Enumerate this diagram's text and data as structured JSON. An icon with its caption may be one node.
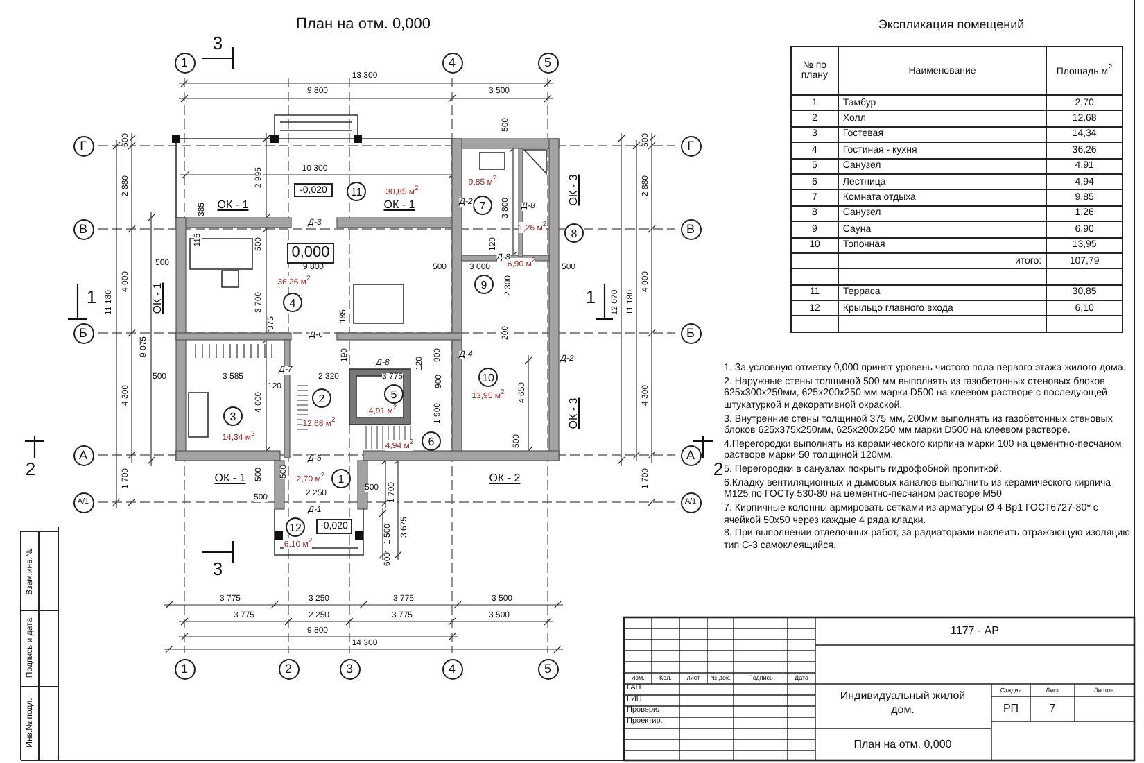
{
  "diagram": {
    "title": "План на отм. 0,000",
    "nodes": [
      {
        "text": [
          "1"
        ]
      },
      {
        "text": [
          "4"
        ]
      },
      {
        "text": [
          "5"
        ]
      },
      {
        "text": [
          "Г"
        ]
      },
      {
        "text": [
          "В"
        ]
      },
      {
        "text": [
          "Б"
        ]
      },
      {
        "text": [
          "А"
        ]
      },
      {
        "text": [
          "А/1"
        ]
      },
      {
        "text": [
          "Г"
        ]
      },
      {
        "text": [
          "В"
        ]
      },
      {
        "text": [
          "Б"
        ]
      },
      {
        "text": [
          "А"
        ]
      },
      {
        "text": [
          "А/1"
        ]
      },
      {
        "text": [
          "1"
        ]
      },
      {
        "text": [
          "2"
        ]
      },
      {
        "text": [
          "3"
        ]
      },
      {
        "text": [
          "4"
        ]
      },
      {
        "text": [
          "5"
        ]
      },
      {
        "text": [
          "11"
        ],
        "beside": [
          "30,85 м$^{2}$"
        ]
      },
      {
        "text": [
          "4"
        ],
        "beside": [
          "36,26 м$^{2}$"
        ]
      },
      {
        "text": [
          "7"
        ],
        "beside": [
          "9,85 м$^{2}$"
        ]
      },
      {
        "text": [
          "8"
        ],
        "beside": [
          "1,26 м$^{2}$"
        ]
      },
      {
        "text": [
          "9"
        ],
        "beside": [
          "6,90 м$^{2}$"
        ]
      },
      {
        "text": [
          "3"
        ],
        "beside": [
          "14,34 м$^{2}$"
        ]
      },
      {
        "text": [
          "2"
        ],
        "beside": [
          "12,68 м$^{2}$"
        ]
      },
      {
        "text": [
          "5"
        ],
        "beside": [
          "4,91 м$^{2}$"
        ]
      },
      {
        "text": [
          "6"
        ],
        "beside": [
          "4,94 м$^{2}$"
        ]
      },
      {
        "text": [
          "10"
        ],
        "beside": [
          "13,95 м$^{2}$"
        ]
      },
      {
        "text": [
          "1"
        ],
        "beside": [
          "2,70 м$^{2}$"
        ]
      },
      {
        "text": [
          "12"
        ],
        "beside": [
          "6,10 м$^{2}$"
        ]
      },
      {
        "text": [
          "-0,020"
        ]
      },
      {
        "text": [
          "0,000"
        ]
      },
      {
        "text": [
          "-0,020"
        ]
      }
    ],
    "labels": [
      "ОК - 1",
      "ОК - 1",
      "ОК - 1",
      "ОК - 1",
      "ОК - 2",
      "ОК - 3",
      "ОК - 3",
      "Д-3",
      "Д-2",
      "Д-8",
      "Д-8",
      "Д-6",
      "Д-4",
      "Д-2",
      "Д-7",
      "Д-8",
      "Д-5",
      "Д-1",
      "3",
      "3",
      "1",
      "1",
      "2",
      "2",
      "13 300",
      "9 800",
      "3 500",
      "500",
      "2 880",
      "4 000",
      "11 180",
      "4 300",
      "1 700",
      "9 075",
      "500",
      "2 880",
      "4 000",
      "12 070",
      "11 180",
      "4 300",
      "1 700",
      "500",
      "2 995",
      "10 300",
      "385",
      "115",
      "500",
      "500",
      "9 800",
      "3 700",
      "375",
      "185",
      "3 800",
      "120",
      "500",
      "3 000",
      "500",
      "2 300",
      "200",
      "190",
      "500",
      "3 585",
      "120",
      "2 320",
      "4 000",
      "3 775",
      "120",
      "900",
      "900",
      "1 900",
      "4 650",
      "500",
      "500",
      "500",
      "2 250",
      "500",
      "500",
      "1 700",
      "1 500",
      "3 675",
      "600",
      "3 775",
      "3 250",
      "3 775",
      "3 500",
      "3 775",
      "2 250",
      "3 775",
      "3 500",
      "9 800",
      "14 300",
      "Экспликация помещений",
      "№ по плану",
      "Наименование",
      "Площадь м$^{2}$",
      "1",
      "Тамбур",
      "2,70",
      "2",
      "Холл",
      "12,68",
      "3",
      "Гостевая",
      "14,34",
      "4",
      "Гостиная - кухня",
      "36,26",
      "5",
      "Санузел",
      "4,91",
      "6",
      "Лестница",
      "4,94",
      "7",
      "Комната отдыха",
      "9,85",
      "8",
      "Санузел",
      "1,26",
      "9",
      "Сауна",
      "6,90",
      "10",
      "Топочная",
      "13,95",
      "итого:",
      "107,79",
      "11",
      "Терраса",
      "30,85",
      "12",
      "Крыльцо главного входа",
      "6,10",
      "1.  За условную отметку 0,000 принят уровень чистого пола первого этажа жилого дома.",
      "2.  Наружные стены толщиной 500 мм выполнять из газобетонных стеновых блоков 625x300x250мм, 625x200x250 мм марки D500 на клеевом растворе с последующей штукатуркой и декоративной окраской.",
      "3. Внутренние стены толщиной 375 мм, 200мм  выполнять из газобетонных  стеновых блоков 625x375x250мм, 625x200x250 мм марки D500  на клеевом растворе.",
      "4.Перегородки выполнять из керамического кирпича марки 100  на цементно-песчаном растворе марки 50 толщиной  120мм.",
      "5. Перегородки в санузлах  покрыть гидрофобной пропиткой.",
      "6.Кладку вентиляционных и дымовых  каналов выполнить из керамического кирпича М125 по ГОСТу 530-80 на цементно-песчаном растворе М50",
      "7. Кирпичные колонны армировать сетками из арматуры Ø 4 Вр1 ГОСТ6727-80* с ячейкой 50x50  через каждые 4 ряда кладки.",
      "8. При выполнении отделочных работ, за радиаторами  наклеить отражающую изоляцию тип С-3 самоклеящийся.",
      "1177 - АР",
      "Изм.",
      "Кол.",
      "лист",
      "№ док.",
      "Подпись",
      "Дата",
      "ГАП",
      "ГИП",
      "Проверил",
      "Проектир.",
      "Индивидуальный жилой дом.",
      "Стадия",
      "Лист",
      "Листов",
      "РП",
      "7",
      "План на отм. 0,000",
      "Взам.инв.№",
      "Подпись и дата",
      "Инв.№ подл."
    ]
  }
}
